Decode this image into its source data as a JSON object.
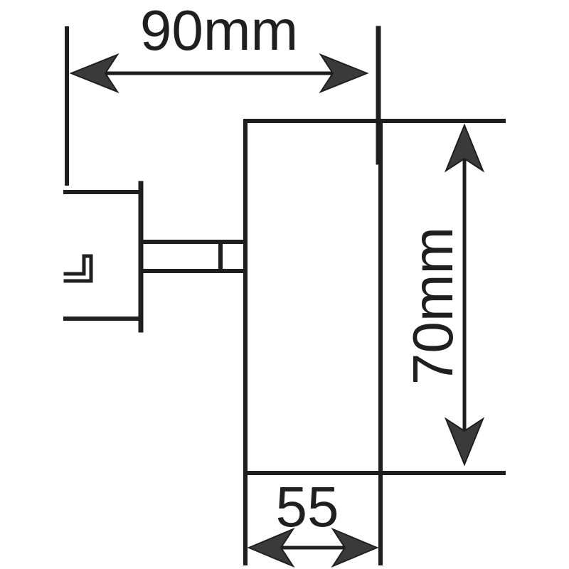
{
  "dimensions": {
    "width_label": "90mm",
    "height_label": "70mm",
    "depth_label": "55"
  },
  "colors": {
    "line": "#1f1f1f",
    "arrow": "#3a3a3a",
    "background": "#ffffff"
  }
}
